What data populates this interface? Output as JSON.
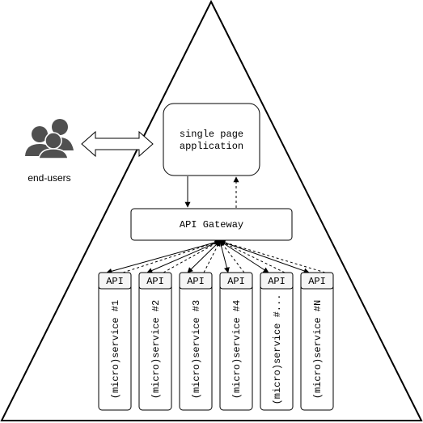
{
  "actors": {
    "end_users_label": "end-users"
  },
  "spa": {
    "label_line1": "single page",
    "label_line2": "application"
  },
  "gateway": {
    "label": "API Gateway"
  },
  "services": [
    {
      "api_label": "API",
      "name": "(micro)service #1"
    },
    {
      "api_label": "API",
      "name": "(micro)service #2"
    },
    {
      "api_label": "API",
      "name": "(micro)service #3"
    },
    {
      "api_label": "API",
      "name": "(micro)service #4"
    },
    {
      "api_label": "API",
      "name": "(micro)service #..."
    },
    {
      "api_label": "API",
      "name": "(micro)service #N"
    }
  ],
  "colors": {
    "stroke": "#000000",
    "api_header_fill": "#f5f5f5",
    "users_icon_fill": "#505050"
  },
  "icons": {
    "users": "users-group-icon",
    "double_arrow": "double-arrow-icon"
  }
}
